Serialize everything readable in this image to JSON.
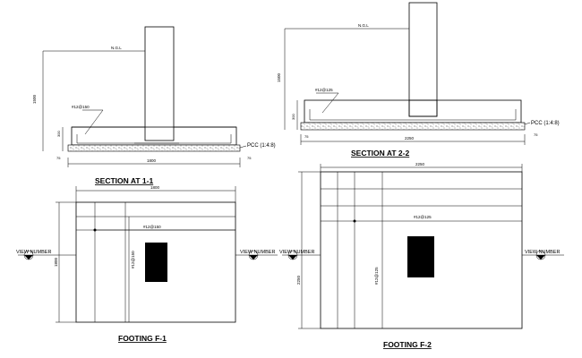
{
  "section1": {
    "title": "SECTION AT 1-1",
    "ngl": "N.G.L",
    "depth": "1500",
    "bar": "#12@150",
    "pcc": "PCC (1:4:8)",
    "dim_small_1": "300",
    "dim_small_2": "75",
    "dim_small_3": "75",
    "width": "1800"
  },
  "section2": {
    "title": "SECTION AT 2-2",
    "ngl": "N.G.L",
    "depth": "1500",
    "bar": "#12@125",
    "pcc": "PCC (1:4:8)",
    "dim_small_1": "300",
    "dim_small_2": "75",
    "dim_small_3": "75",
    "width": "2250"
  },
  "footing1": {
    "title": "FOOTING F-1",
    "top_dim": "1800",
    "side_dim": "1800",
    "bar_h": "#12@150",
    "bar_v": "#12@150",
    "view_left": "VIEW NUMBER",
    "view_right": "VIEW NUMBER"
  },
  "footing2": {
    "title": "FOOTING F-2",
    "top_dim": "2250",
    "side_dim": "2250",
    "bar_h": "#12@125",
    "bar_v": "#12@125",
    "view_left": "VIEW NUMBER",
    "view_right": "VIEW NUMBER"
  }
}
